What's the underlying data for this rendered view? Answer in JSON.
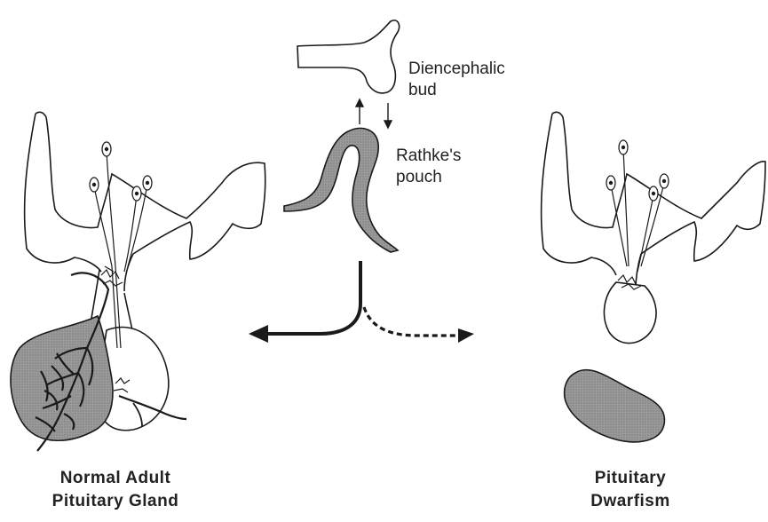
{
  "labels": {
    "diencephalic_bud": [
      "Diencephalic",
      "bud"
    ],
    "rathkes_pouch": [
      "Rathke's",
      "pouch"
    ],
    "normal_adult": [
      "Normal Adult",
      "Pituitary Gland"
    ],
    "pituitary_dwarfism": [
      "Pituitary",
      "Dwarfism"
    ]
  },
  "colors": {
    "outline": "#1a1a1a",
    "shaded_tissue": "#8c8c8c",
    "background": "#ffffff"
  },
  "arrows": {
    "normal_path": "solid",
    "dwarfism_path": "dashed"
  }
}
